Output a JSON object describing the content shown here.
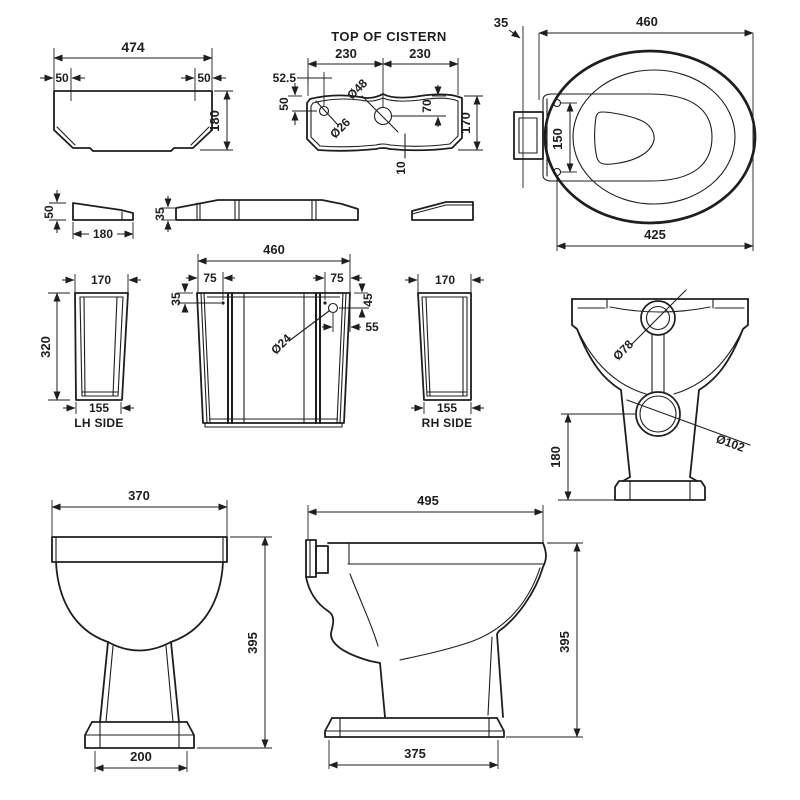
{
  "drawing": {
    "background": "#ffffff",
    "ink": "#1e1e1e",
    "views": {
      "lid_front": {
        "width": "474",
        "inset_left": "50",
        "inset_right": "50",
        "height": "180"
      },
      "cistern_top": {
        "title": "TOP OF CISTERN",
        "left_half": "230",
        "right_half": "230",
        "hole_offset_x": "52.5",
        "hole_offset_y": "50",
        "flush_hole_dia": "Ø48",
        "fill_hole_dia": "Ø26",
        "flush_offset_y": "70",
        "depth": "170",
        "recess": "10"
      },
      "seat_top": {
        "wall_gap": "35",
        "overall_length": "460",
        "hinge_centres": "150",
        "seat_length": "425"
      },
      "lid_side": {
        "height": "50",
        "depth": "180"
      },
      "lid_front_small": {
        "height": "35"
      },
      "lh_side": {
        "label": "LH SIDE",
        "top_width": "170",
        "height": "320",
        "base_width": "155"
      },
      "cistern_front": {
        "width": "460",
        "inset_left": "75",
        "inset_right": "75",
        "hole_drop_left": "35",
        "hole_dia": "Ø24",
        "hole_drop_right": "45",
        "hole_inset": "55"
      },
      "rh_side": {
        "label": "RH SIDE",
        "top_width": "170",
        "base_width": "155"
      },
      "pan_rear": {
        "inlet_dia": "Ø78",
        "outlet_dia": "Ø102",
        "outlet_height": "180"
      },
      "pan_front": {
        "width": "370",
        "height": "395",
        "base_width": "200"
      },
      "pan_side": {
        "depth": "495",
        "height": "395",
        "base_depth": "375"
      }
    }
  }
}
